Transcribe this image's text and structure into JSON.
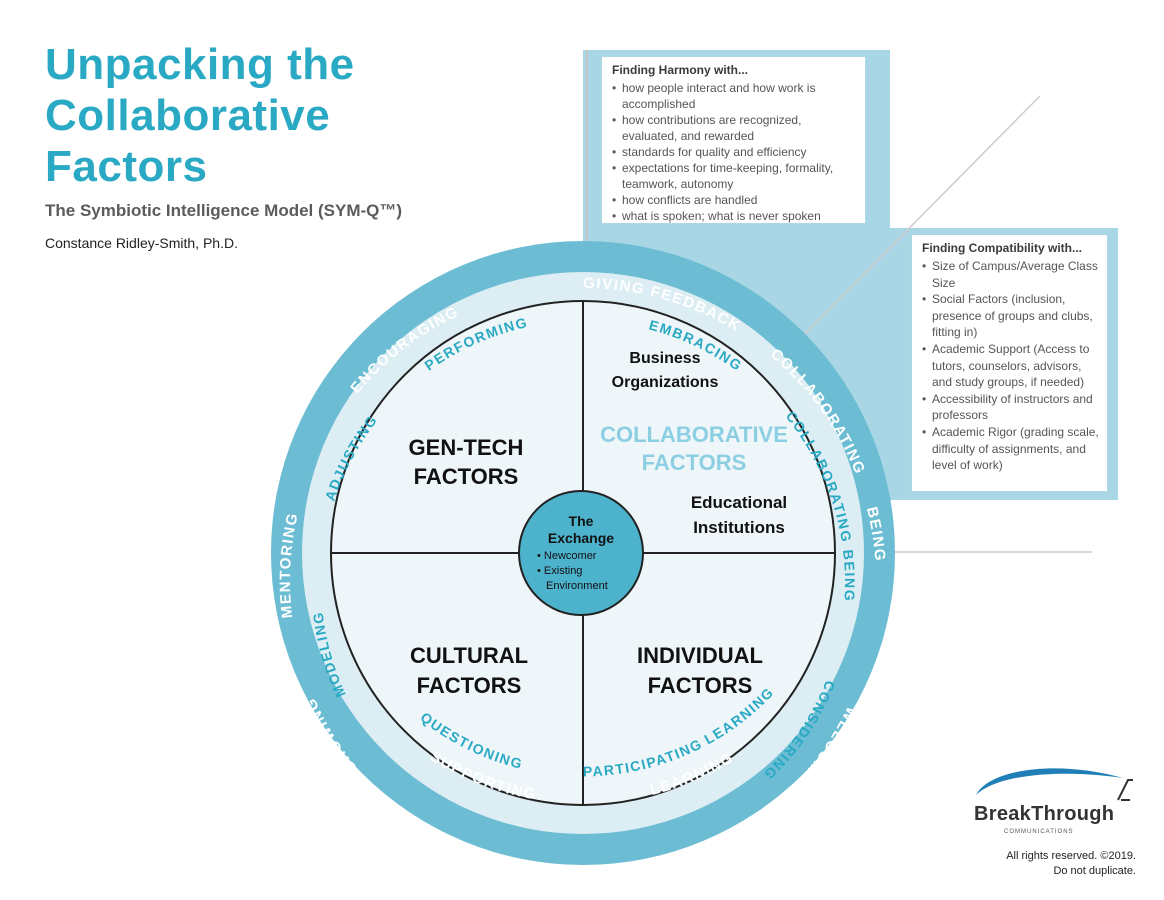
{
  "header": {
    "title_lines": [
      "Unpacking the",
      "Collaborative",
      "Factors"
    ],
    "subtitle": "The Symbiotic Intelligence Model (SYM-Q™)",
    "author": "Constance Ridley-Smith, Ph.D."
  },
  "harmony_box": {
    "heading": "Finding Harmony with...",
    "items": [
      "how people interact and how work is accomplished",
      "how contributions are recognized, evaluated, and rewarded",
      "standards for quality and efficiency",
      "expectations  for time-keeping, formality, teamwork, autonomy",
      "how conflicts are handled",
      "what is spoken; what is never spoken"
    ]
  },
  "compat_box": {
    "heading": "Finding Compatibility with...",
    "items": [
      "Size of Campus/Average Class Size",
      "Social Factors (inclusion, presence of groups and clubs, fitting in)",
      "Academic Support (Access to tutors, counselors, advisors, and study groups, if needed)",
      "Accessibility of  instructors and professors",
      "Academic Rigor (grading scale, difficulty of assignments, and level of work)"
    ]
  },
  "circle": {
    "outer_ring": [
      "GIVING FEEDBACK",
      "COLLABORATING",
      "BEING",
      "WELCOMING",
      "LEARNING",
      "SUPPORTING",
      "SHOWING",
      "MENTORING",
      "ENCOURAGING"
    ],
    "inner_ring": [
      "EMBRACING",
      "COLLABORATING",
      "BEING",
      "CONSIDERING",
      "LEARNING",
      "PARTICIPATING",
      "QUESTIONING",
      "MODELING",
      "ADJUSTING",
      "PERFORMING"
    ],
    "quadrants": {
      "top_left": [
        "GEN-TECH",
        "FACTORS"
      ],
      "top_right": [
        "COLLABORATIVE",
        "FACTORS"
      ],
      "bottom_left": [
        "CULTURAL",
        "FACTORS"
      ],
      "bottom_right": [
        "INDIVIDUAL",
        "FACTORS"
      ]
    },
    "business": [
      "Business",
      "Organizations"
    ],
    "education": [
      "Educational",
      "Institutions"
    ],
    "center": {
      "title": [
        "The",
        "Exchange"
      ],
      "items": [
        "• Newcomer",
        "• Existing",
        "Environment"
      ]
    }
  },
  "logo": {
    "word": "BreakThrough",
    "sub": "COMMUNICATIONS"
  },
  "copyright": [
    "All rights reserved. ©2019.",
    "Do not duplicate."
  ],
  "colors": {
    "title": "#2aa9c4",
    "ring": "#6cbdd4",
    "inner_ring": "#dcedf3",
    "quadrant": "#eef6f9",
    "center": "#4db2cc",
    "callout": "#a9d6e4",
    "collab_text": "#8dcfe2"
  }
}
